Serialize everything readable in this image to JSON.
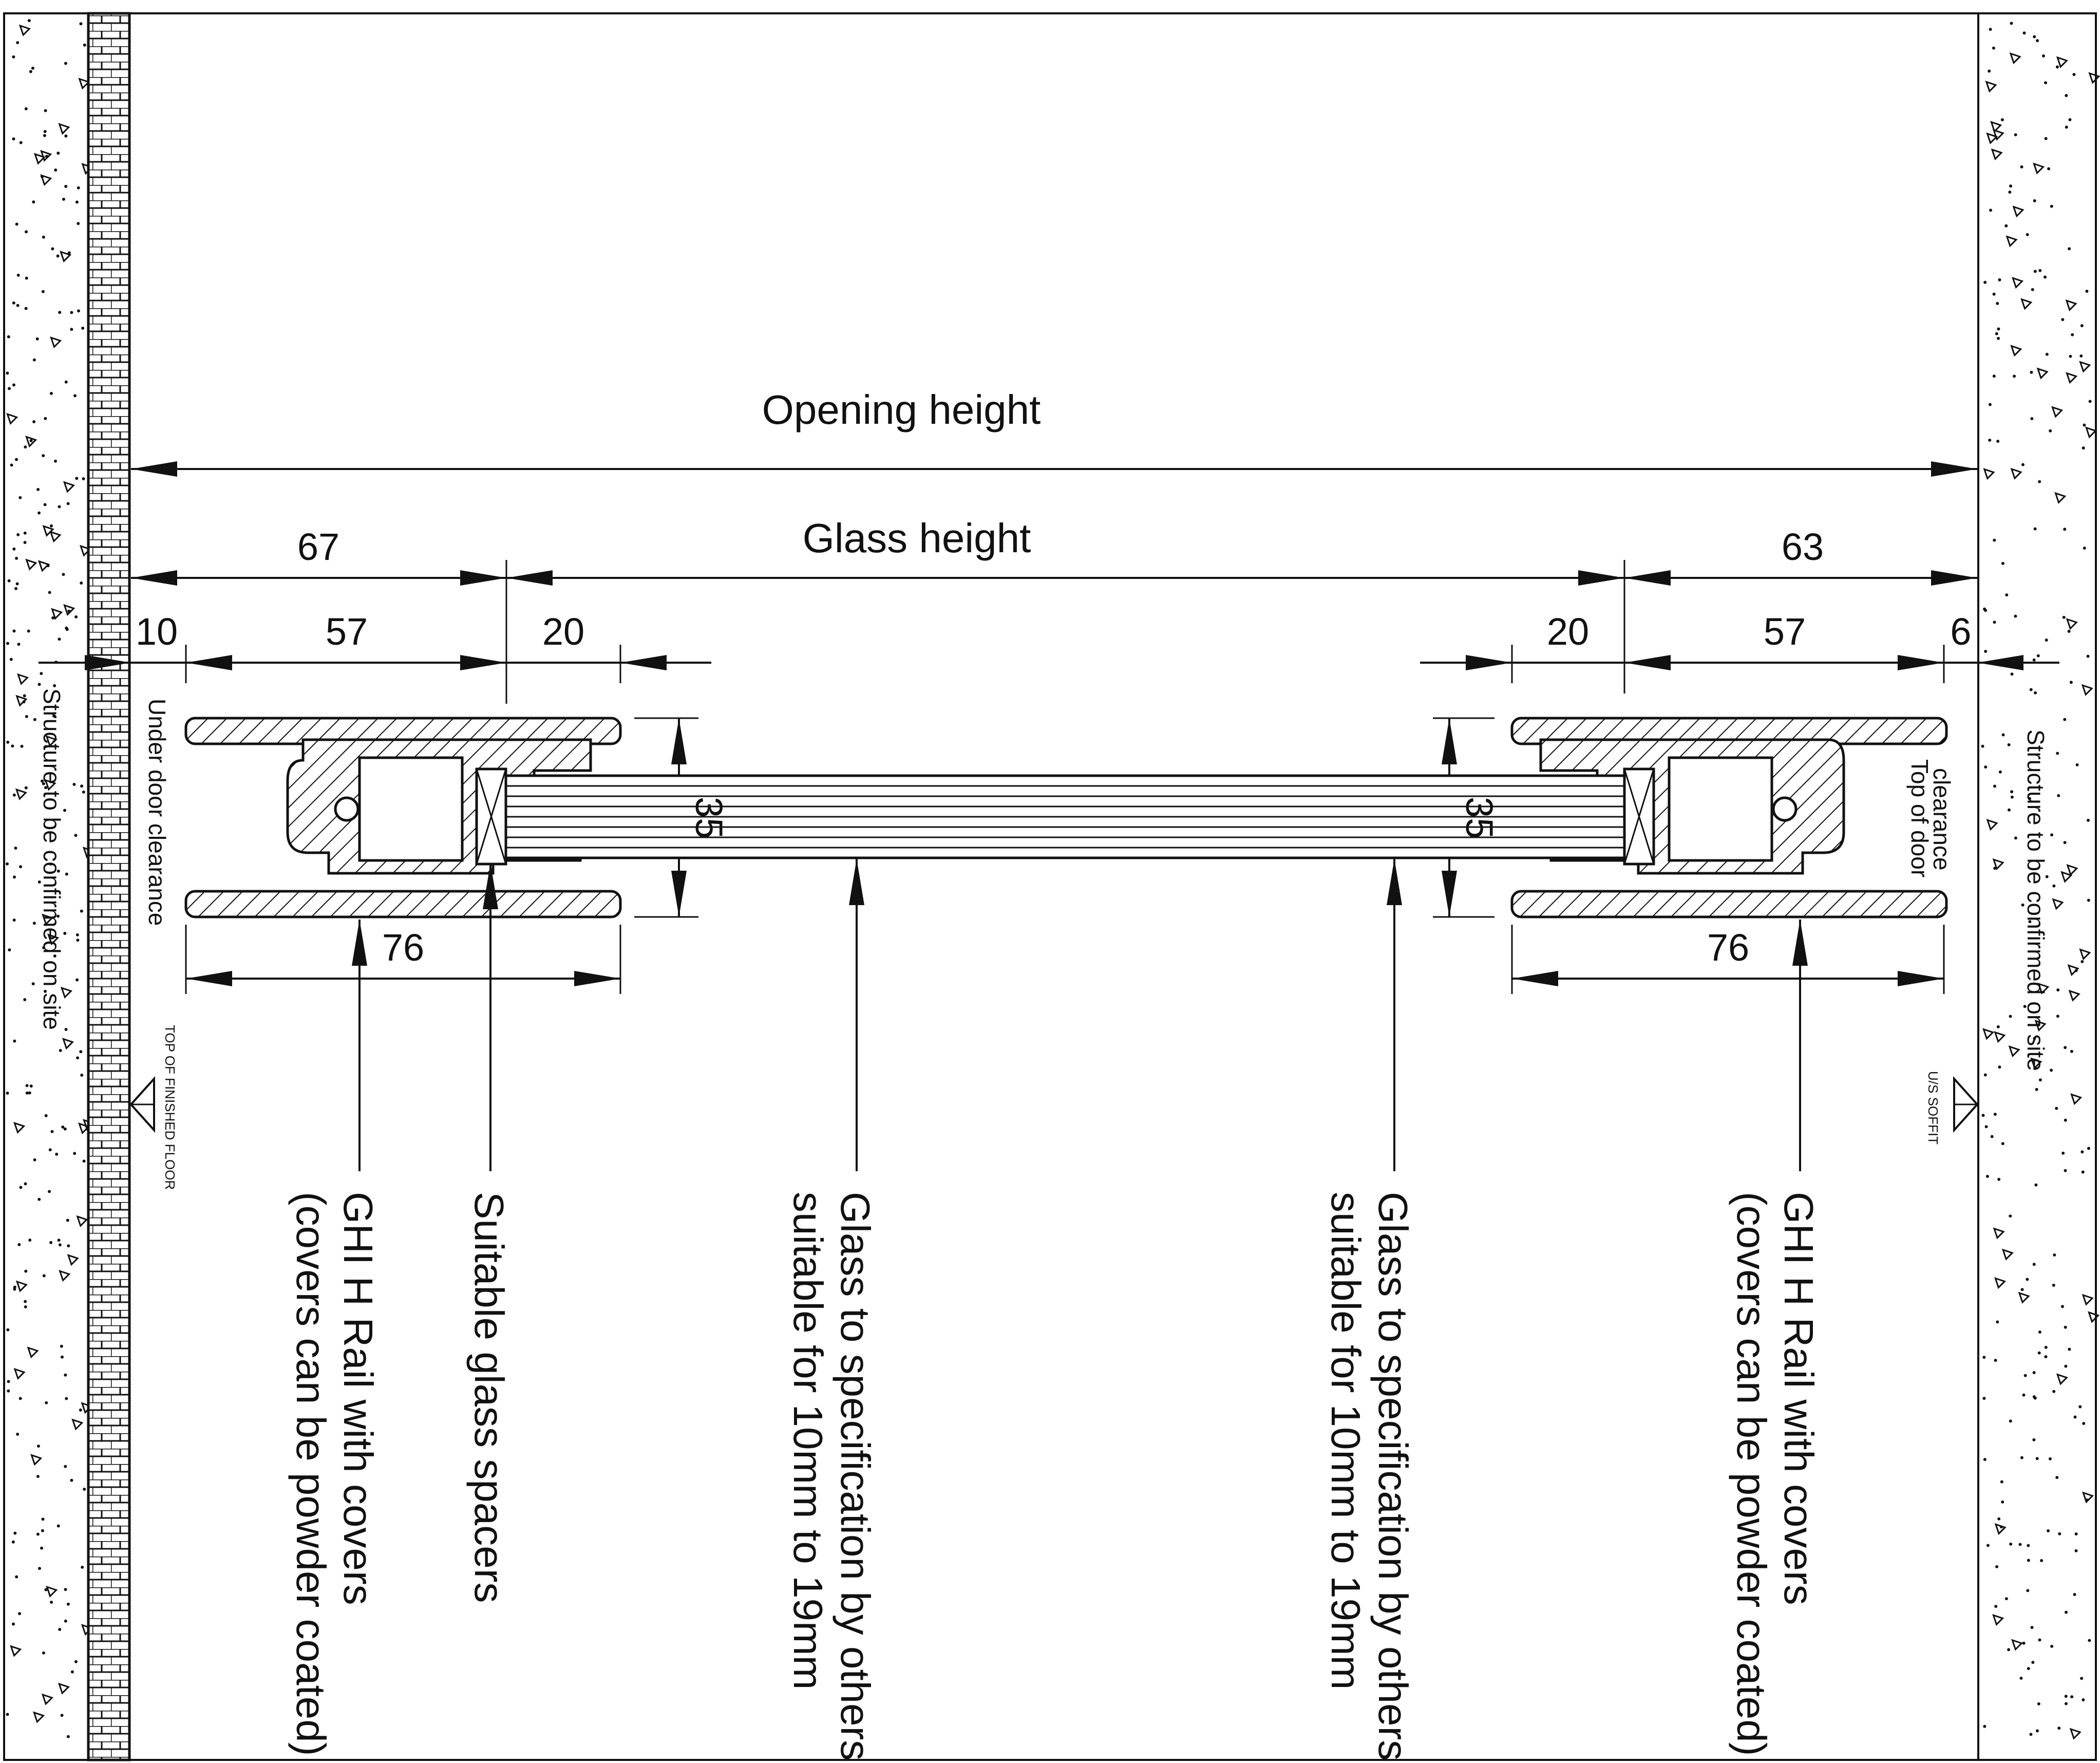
{
  "title_labels": {
    "opening_height": "Opening height",
    "glass_height": "Glass height"
  },
  "dimensions": {
    "left_total": "67",
    "right_total": "63",
    "left_gap": "10",
    "left_rail": "57",
    "left_engage": "20",
    "right_engage": "20",
    "right_rail": "57",
    "right_gap": "6",
    "left_depth": "35",
    "right_depth": "35",
    "left_width": "76",
    "right_width": "76"
  },
  "side_labels": {
    "left_structure": "Structure to be confirmed on site",
    "right_structure": "Structure to be confirmed on site",
    "under_door": "Under door clearance",
    "top_door_line1": "Top of door",
    "top_door_line2": "clearance",
    "floor_marker": "TOP OF FINISHED FLOOR",
    "soffit_marker": "U/S SOFFIT"
  },
  "callouts": {
    "rail_left_line1": "GHI H Rail with covers",
    "rail_left_line2": "(covers can be powder coated)",
    "spacers": "Suitable glass spacers",
    "glass_left_line1": "Glass to specification by others",
    "glass_left_line2": "suitable for 10mm to 19mm",
    "glass_right_line1": "Glass to specification by others",
    "glass_right_line2": "suitable for 10mm to 19mm",
    "rail_right_line1": "GHI H Rail with covers",
    "rail_right_line2": "(covers can be powder coated)"
  }
}
